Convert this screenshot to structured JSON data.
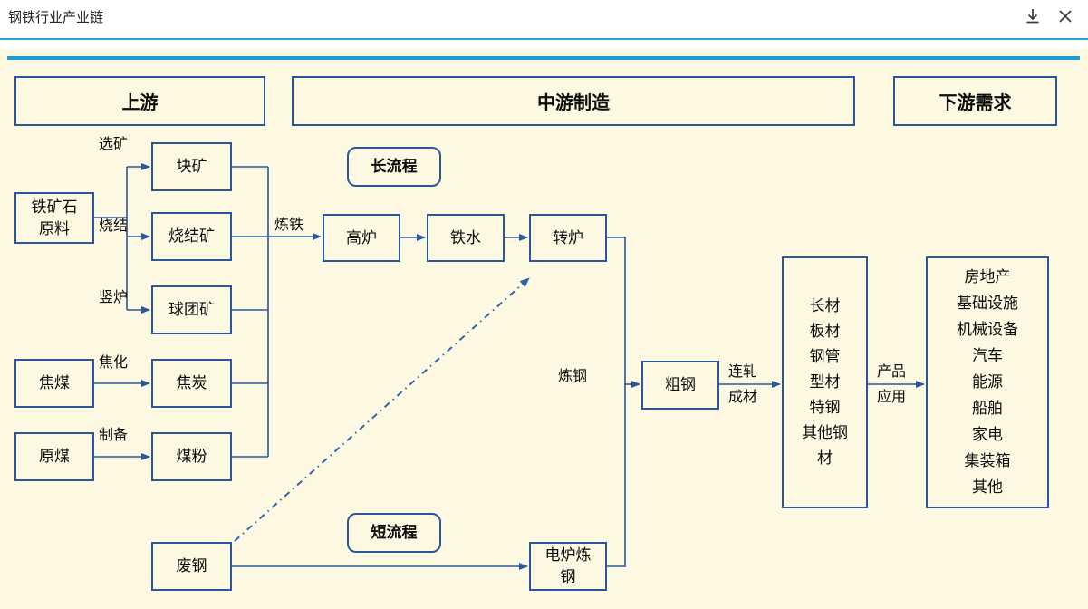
{
  "titlebar": {
    "title": "钢铁行业产业链",
    "icons": [
      "download-icon",
      "close-icon"
    ]
  },
  "headers": {
    "upstream": "上游",
    "midstream": "中游制造",
    "downstream": "下游需求"
  },
  "nodes": {
    "iron_ore_raw": "铁矿石\n原料",
    "lump_ore": "块矿",
    "sinter_ore": "烧结矿",
    "pellet_ore": "球团矿",
    "coking_coal": "焦煤",
    "coke": "焦炭",
    "raw_coal": "原煤",
    "coal_powder": "煤粉",
    "long_process": "长流程",
    "blast_furnace": "高炉",
    "molten_iron": "铁水",
    "converter": "转炉",
    "crude_steel": "粗钢",
    "steel_products": "长材\n板材\n钢管\n型材\n特钢\n其他钢\n材",
    "applications": "房地产\n基础设施\n机械设备\n汽车\n能源\n船舶\n家电\n集装箱\n其他",
    "scrap_steel": "废钢",
    "short_process": "短流程",
    "eaf_steelmaking": "电炉炼\n钢"
  },
  "edge_labels": {
    "ore_dressing": "选矿",
    "sintering": "烧结",
    "shaft_furnace": "竖炉",
    "coking": "焦化",
    "preparation": "制备",
    "ironmaking": "炼铁",
    "steelmaking": "炼钢",
    "rolling": "连轧\n成材",
    "application": "产品\n应用"
  },
  "colors": {
    "background": "#fdf8e1",
    "box_border": "#2b579a",
    "rule_blue": "#2ba3da",
    "dashed_arrow": "#2e64ae"
  }
}
